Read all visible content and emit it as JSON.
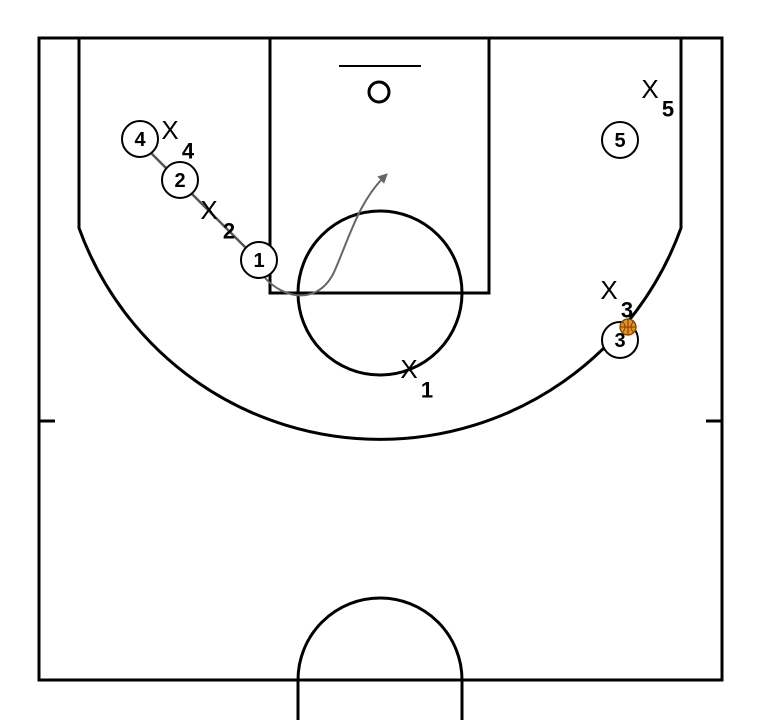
{
  "colors": {
    "court_lines": "#000000",
    "movement": "#666666",
    "ball": "#e8901a"
  },
  "offense": [
    {
      "id": "1",
      "label": "1"
    },
    {
      "id": "2",
      "label": "2"
    },
    {
      "id": "3",
      "label": "3"
    },
    {
      "id": "4",
      "label": "4"
    },
    {
      "id": "5",
      "label": "5"
    }
  ],
  "defense": [
    {
      "id": "1",
      "mark": "X",
      "sub": "1"
    },
    {
      "id": "2",
      "mark": "X",
      "sub": "2"
    },
    {
      "id": "3",
      "mark": "X",
      "sub": "3"
    },
    {
      "id": "4",
      "mark": "X",
      "sub": "4"
    },
    {
      "id": "5",
      "mark": "X",
      "sub": "5"
    }
  ],
  "ball": {
    "holder": "3",
    "icon": "basketball-icon"
  },
  "movements": [
    {
      "type": "cut",
      "player": "1",
      "icon": "arrow-icon"
    },
    {
      "type": "screen-line",
      "from": "4",
      "to": "1"
    }
  ]
}
